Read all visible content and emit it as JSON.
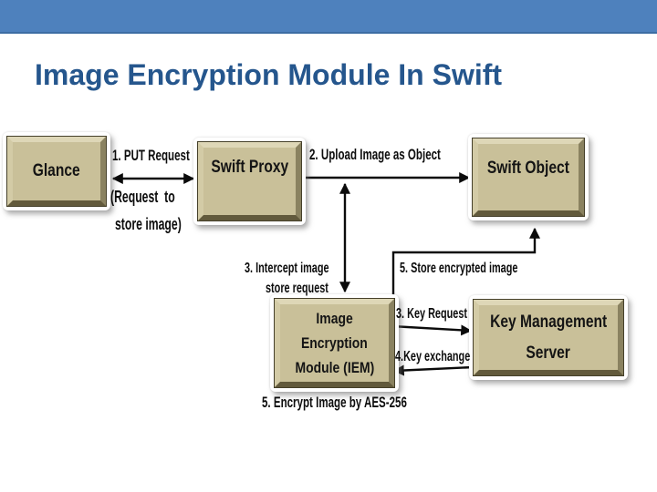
{
  "header": {
    "title": "Image Encryption Module In Swift"
  },
  "colors": {
    "header_bar": "#4E81BD",
    "header_bar_edge": "#3D6DA3",
    "title_text": "#25568D",
    "node_fill": "#C9C099",
    "node_frame": "#FFFFFF",
    "node_text": "#141414",
    "connector": "#0B0B0B"
  },
  "diagram": {
    "nodes": [
      {
        "id": "glance",
        "label": "Glance"
      },
      {
        "id": "swift-proxy",
        "label": "Swift Proxy"
      },
      {
        "id": "swift-object",
        "label": "Swift Object"
      },
      {
        "id": "iem",
        "lines": [
          "Image",
          "Encryption",
          "Module (IEM)"
        ]
      },
      {
        "id": "key-management-server",
        "lines": [
          "Key Management",
          "Server"
        ]
      }
    ],
    "edge_labels": [
      {
        "id": "put-request",
        "text": "1. PUT Request"
      },
      {
        "id": "request-to",
        "text": "(Request  to"
      },
      {
        "id": "store-image",
        "text": "store image)"
      },
      {
        "id": "upload-image",
        "text": "2. Upload Image as Object"
      },
      {
        "id": "intercept-line1",
        "text": "3. Intercept image"
      },
      {
        "id": "intercept-line2",
        "text": "store request"
      },
      {
        "id": "store-encrypted",
        "text": "5. Store encrypted image"
      },
      {
        "id": "key-request",
        "text": "3. Key Request"
      },
      {
        "id": "key-exchange",
        "text": "4.Key exchange"
      },
      {
        "id": "encrypt-aes",
        "text": "5. Encrypt Image by AES-256"
      }
    ]
  }
}
